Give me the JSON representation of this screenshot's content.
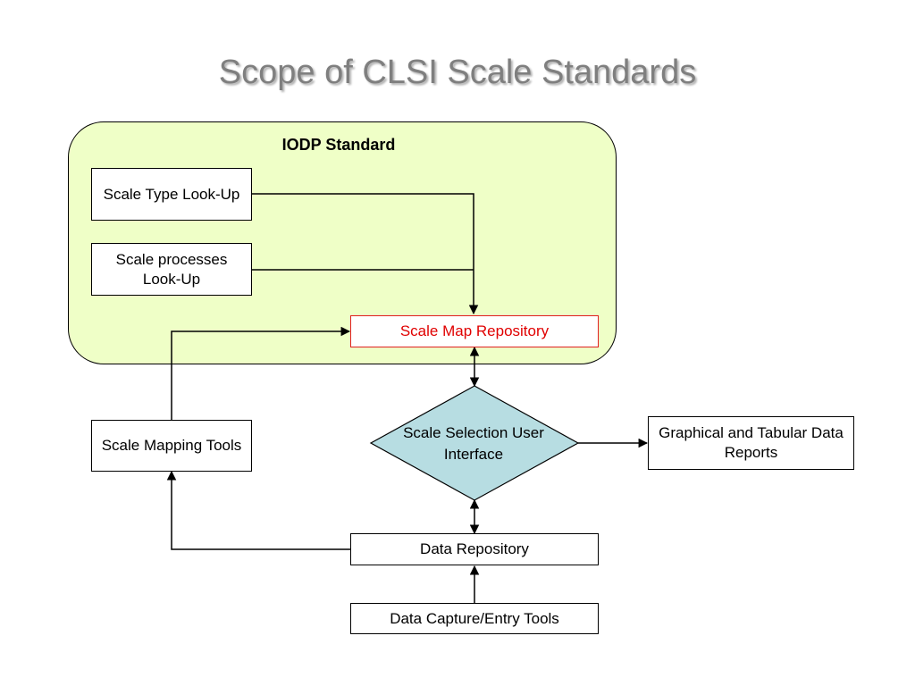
{
  "title": "Scope of CLSI Scale Standards",
  "region": {
    "label": "IODP Standard",
    "fill": "#efffc7"
  },
  "nodes": {
    "scale_type_lookup": "Scale Type Look-Up",
    "scale_processes_lookup": "Scale processes Look-Up",
    "scale_map_repository": "Scale Map Repository",
    "scale_mapping_tools": "Scale Mapping Tools",
    "scale_selection_ui": "Scale Selection User Interface",
    "graphical_reports": "Graphical and Tabular Data Reports",
    "data_repository": "Data Repository",
    "data_capture_tools": "Data Capture/Entry Tools"
  },
  "colors": {
    "diamond_fill": "#b7dde2",
    "highlight": "#e00000",
    "title": "#7f7f7f"
  }
}
